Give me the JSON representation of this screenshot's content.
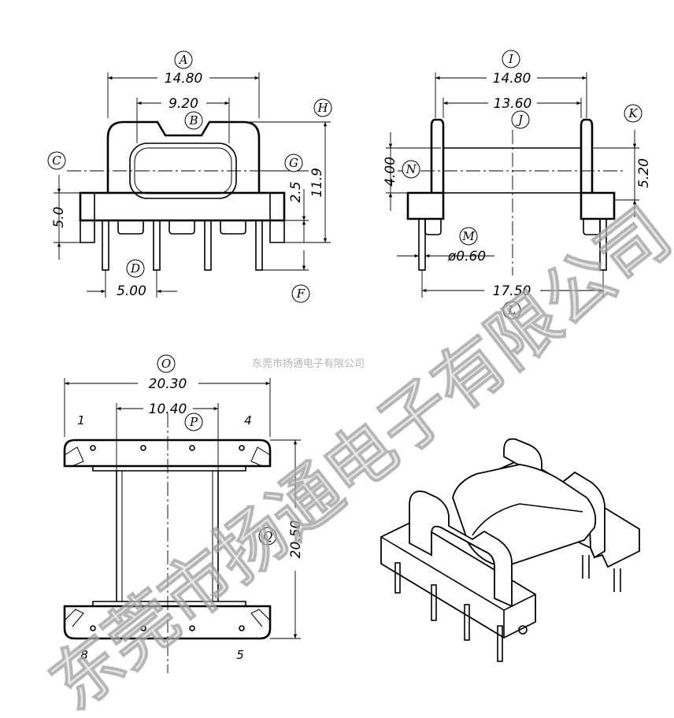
{
  "watermark": {
    "small_text": "东莞市扬通电子有限公司",
    "large_text": "东莞市扬通电子有限公司"
  },
  "front_view": {
    "dim_A": "14.80",
    "dim_B": "9.20",
    "dim_C": "5.0",
    "dim_D": "5.00",
    "dim_G": "2.5",
    "dim_H": "11.9",
    "labels": {
      "A": "A",
      "B": "B",
      "C": "C",
      "D": "D",
      "F": "F",
      "G": "G",
      "H": "H"
    }
  },
  "side_view": {
    "dim_I": "14.80",
    "dim_J": "13.60",
    "dim_K": "5.20",
    "dim_N": "4.00",
    "dim_M": "ø0.60",
    "dim_L": "17.50",
    "labels": {
      "I": "I",
      "J": "J",
      "K": "K",
      "L": "L",
      "M": "M",
      "N": "N"
    }
  },
  "top_view": {
    "dim_O": "20.30",
    "dim_P": "10.40",
    "dim_Q": "20.50",
    "labels": {
      "O": "O",
      "P": "P",
      "Q": "Q"
    },
    "pins": {
      "p1": "1",
      "p4": "4",
      "p8": "8",
      "p5": "5"
    }
  }
}
